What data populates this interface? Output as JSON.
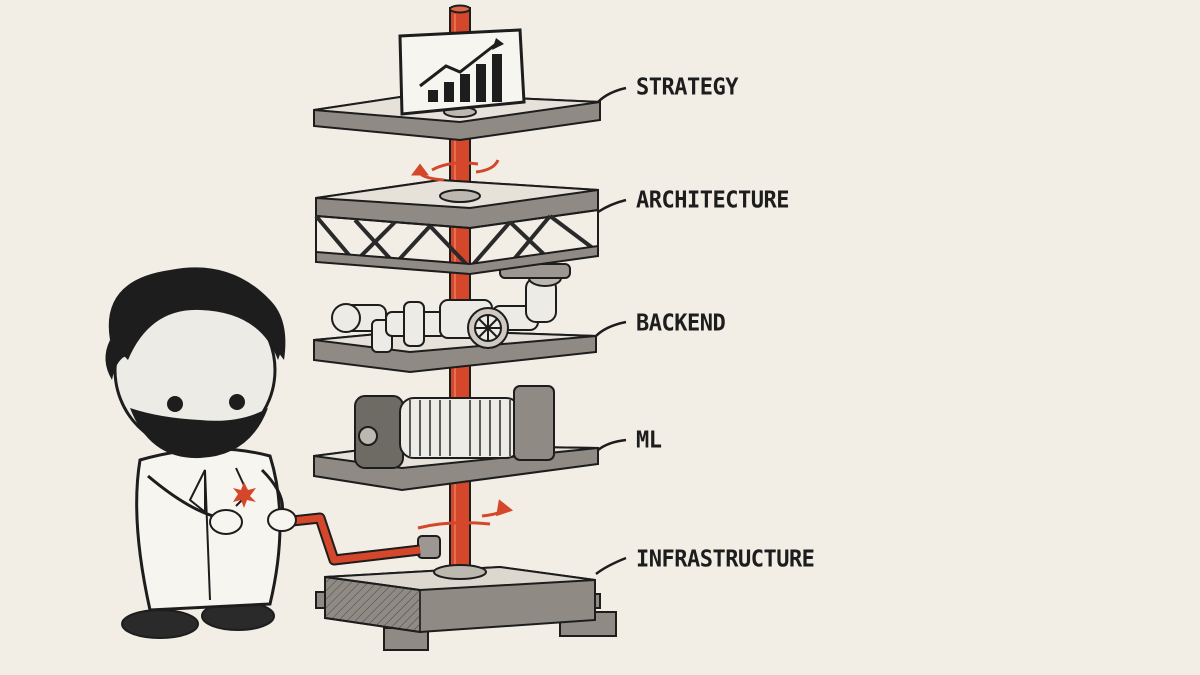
{
  "diagram": {
    "layers": [
      {
        "label": "STRATEGY"
      },
      {
        "label": "ARCHITECTURE"
      },
      {
        "label": "BACKEND"
      },
      {
        "label": "ML"
      },
      {
        "label": "INFRASTRUCTURE"
      }
    ]
  },
  "colors": {
    "background": "#f2eee6",
    "ink": "#1d1d1d",
    "accent_red": "#d4472a",
    "platform_top": "#e6e2da",
    "platform_side": "#8f8b84"
  },
  "icons": [
    "growth-chart-icon",
    "rotation-arrow-icon",
    "crank-handle-icon"
  ]
}
